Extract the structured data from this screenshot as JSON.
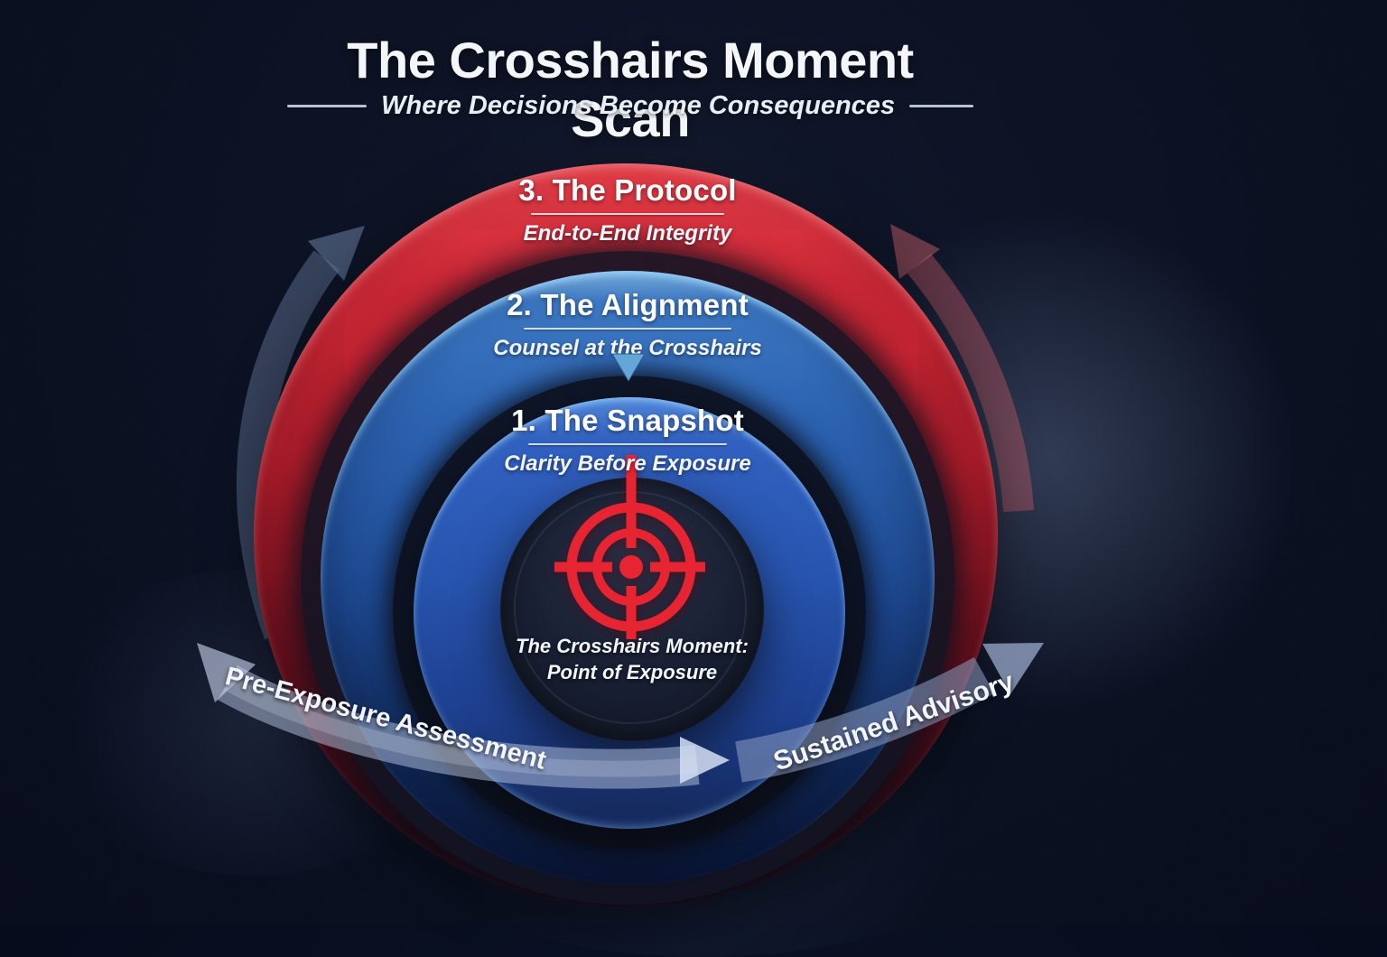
{
  "header": {
    "title": "The Crosshairs Moment Scan",
    "subtitle": "Where Decisions Become Consequences"
  },
  "rings": [
    {
      "step": "3. The Protocol",
      "tagline": "End-to-End Integrity",
      "color": "#c41f30"
    },
    {
      "step": "2. The Alignment",
      "tagline": "Counsel at the Crosshairs",
      "color": "#2a62b2"
    },
    {
      "step": "1. The Snapshot",
      "tagline": "Clarity Before Exposure",
      "color": "#2452ae"
    }
  ],
  "center": {
    "line1": "The Crosshairs Moment:",
    "line2": "Point of Exposure",
    "icon": "crosshair-target-icon",
    "accent": "#e8212f",
    "color": "#10182b"
  },
  "flow": {
    "left_label": "Pre-Exposure Assessment",
    "right_label": "Sustained Advisory"
  },
  "icons": {
    "left_curved_arrow": "counterclockwise-curved-arrow-icon",
    "right_curved_arrow": "clockwise-curved-arrow-icon",
    "step_down_arrow": "down-triangle-icon",
    "crosshair": "crosshair-target-icon"
  },
  "colors": {
    "background": "#070d1d",
    "red_ring": "#c41f30",
    "mid_ring": "#2a62b2",
    "inner_ring": "#2452ae",
    "core": "#10182b",
    "accent_red": "#e8212f",
    "ribbon_light": "#c3d0e8",
    "ribbon_dark": "#8fa2c6",
    "triangle_blue": "#63a5d8"
  }
}
